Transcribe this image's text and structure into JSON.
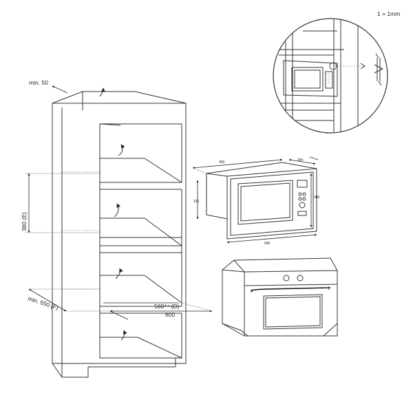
{
  "scale_note": "1 = 1mm",
  "cabinet": {
    "dim_top": "min. 50",
    "dim_height": "380 (E)",
    "dim_side": "min. 550 (F)",
    "dim_depth": "560⁺⁴ (D)",
    "dim_width": "600"
  },
  "appliance": {
    "dim_width": "450",
    "dim_depth_right": "284",
    "dim_height_left": "312",
    "dim_height_right": "380",
    "dim_bottom": "595"
  },
  "colors": {
    "line": "#333333",
    "background": "#ffffff"
  }
}
